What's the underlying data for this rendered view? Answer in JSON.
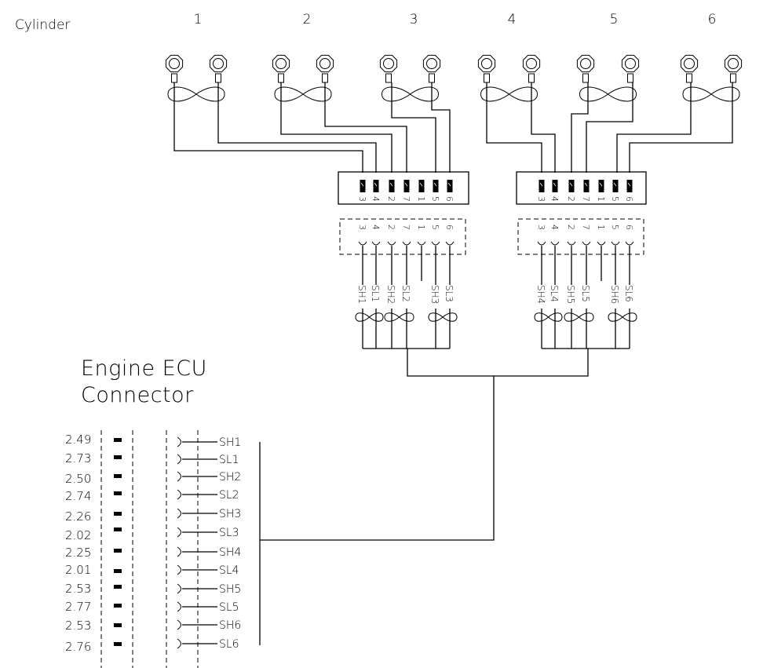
{
  "title_label": "Cylinder",
  "cylinders": [
    "1",
    "2",
    "3",
    "4",
    "5",
    "6"
  ],
  "ecu_title_line1": "Engine ECU",
  "ecu_title_line2": "Connector",
  "connector_a": {
    "pin_labels": [
      "3",
      "4",
      "2",
      "7",
      "1",
      "5",
      "6"
    ],
    "signal_labels": [
      "SH1",
      "SL1",
      "SH2",
      "SL2",
      "",
      "SH3",
      "SL3"
    ]
  },
  "connector_b": {
    "pin_labels": [
      "3",
      "4",
      "2",
      "7",
      "1",
      "5",
      "6"
    ],
    "signal_labels": [
      "SH4",
      "SL4",
      "SH5",
      "SL5",
      "",
      "SH6",
      "SL6"
    ]
  },
  "ecu_pins": [
    {
      "number": "2.49",
      "signal": "SH1"
    },
    {
      "number": "2.73",
      "signal": "SL1"
    },
    {
      "number": "2.50",
      "signal": "SH2"
    },
    {
      "number": "2.74",
      "signal": "SL2"
    },
    {
      "number": "2.26",
      "signal": "SH3"
    },
    {
      "number": "2.02",
      "signal": "SL3"
    },
    {
      "number": "2.25",
      "signal": "SH4"
    },
    {
      "number": "2.01",
      "signal": "SL4"
    },
    {
      "number": "2.53",
      "signal": "SH5"
    },
    {
      "number": "2.77",
      "signal": "SL5"
    },
    {
      "number": "2.53",
      "signal": "SH6"
    },
    {
      "number": "2.76",
      "signal": "SL6"
    }
  ],
  "icons": {
    "sensor": "knock-sensor-ring-terminal",
    "twist": "twisted-pair-symbol",
    "pin": "connector-pin"
  }
}
